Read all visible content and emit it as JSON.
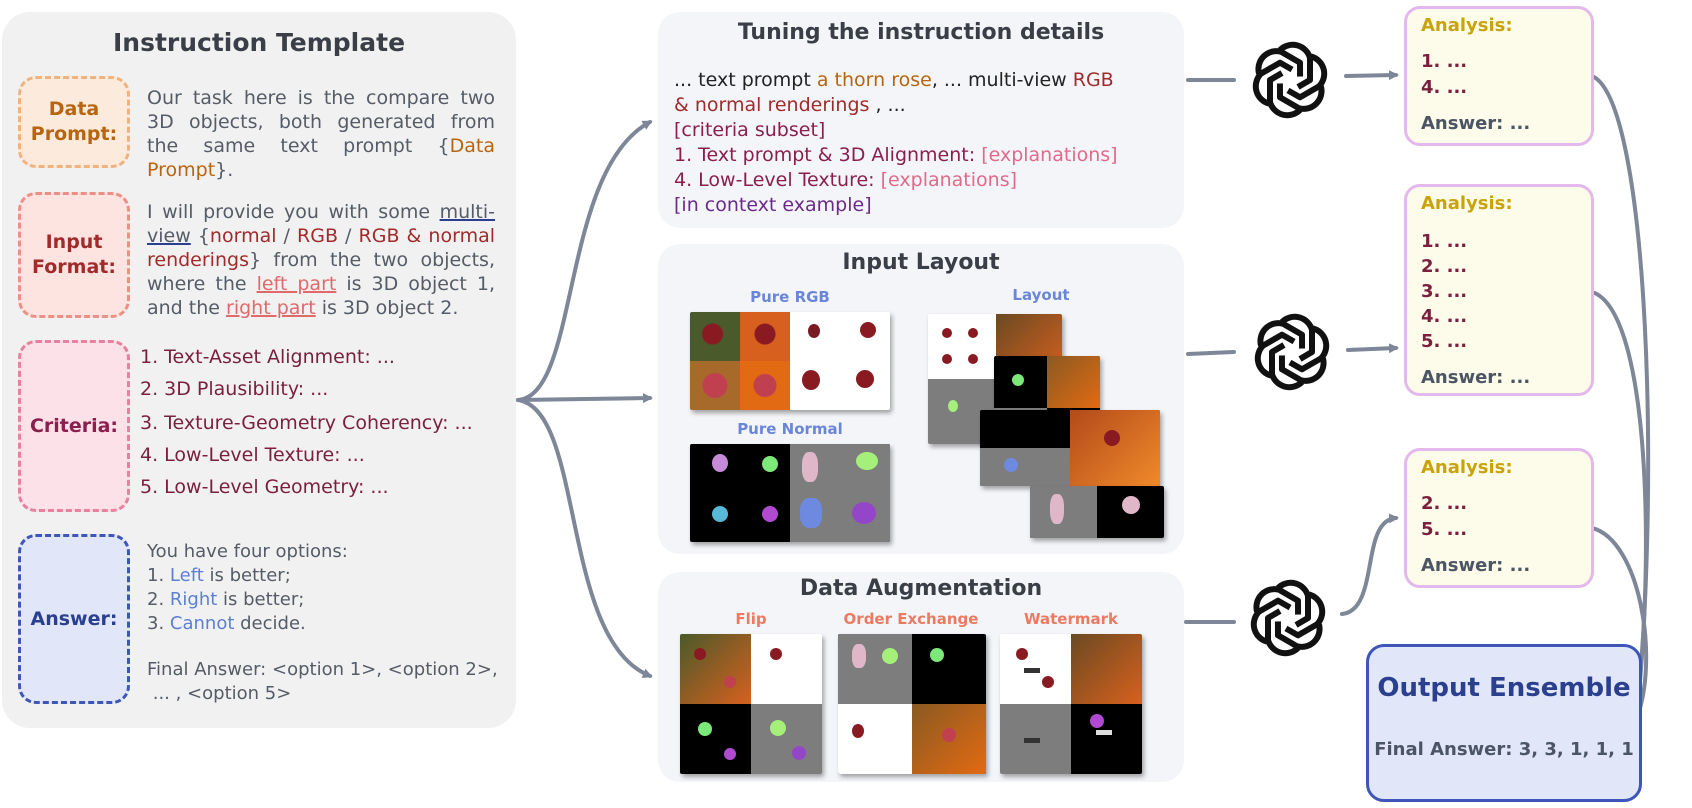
{
  "template": {
    "title": "Instruction Template",
    "data_prompt": {
      "label_line1": "Data",
      "label_line2": "Prompt:",
      "text": "Our task here is the compare two 3D objects, both generated from the same text prompt {",
      "highlight": "Data Prompt",
      "end": "}."
    },
    "input_format": {
      "label_line1": "Input",
      "label_line2": "Format:",
      "t1": "I will provide you with some ",
      "mv": "multi-view",
      "t2": " {",
      "normal": "normal",
      "sep1": " / ",
      "rgb": "RGB",
      "sep2": " / ",
      "rgbnormal": "RGB & normal renderings",
      "t3": "} from the two objects, where the ",
      "left": "left part",
      "t4": " is 3D object 1, and the ",
      "right": "right part",
      "t5": " is 3D object 2."
    },
    "criteria": {
      "label": "Criteria:",
      "items": [
        "1. Text-Asset Alignment: ...",
        "2. 3D Plausibility: ...",
        "3. Texture-Geometry Coherency: ...",
        "4. Low-Level Texture: ...",
        "5. Low-Level Geometry: ..."
      ]
    },
    "answer": {
      "label": "Answer:",
      "intro": "You have four options:",
      "o1_num": "1. ",
      "o1_hl": "Left",
      "o1_rest": " is better;",
      "o2_num": "2. ",
      "o2_hl": "Right",
      "o2_rest": " is better;",
      "o3_num": "3. ",
      "o3_hl": "Cannot",
      "o3_rest": " decide.",
      "final_label": "Final Answer: ",
      "final_line1": "<option 1>, <option 2>,",
      "final_line2": " ... , <option 5>"
    }
  },
  "tuning": {
    "title": "Tuning the instruction details",
    "l1a": "... text prompt ",
    "l1b": "a thorn rose",
    "l1c": ", ... multi-view ",
    "l1d": "RGB",
    "l2a": "& normal renderings",
    "l2b": " , ...",
    "l3": "[criteria subset]",
    "l4a": "1. Text prompt & 3D Alignment: ",
    "l4b": "[explanations]",
    "l5a": "4. Low-Level Texture: ",
    "l5b": "[explanations]",
    "l6": "[in context example]"
  },
  "layout": {
    "title": "Input Layout",
    "pure_rgb": "Pure RGB",
    "layout_label": "Layout",
    "pure_normal": "Pure Normal"
  },
  "augmentation": {
    "title": "Data Augmentation",
    "flip": "Flip",
    "order_exchange": "Order Exchange",
    "watermark": "Watermark"
  },
  "outputs": [
    {
      "analysis": "Analysis:",
      "lines": [
        "1. ...",
        "4. ..."
      ],
      "answer": "Answer: ..."
    },
    {
      "analysis": "Analysis:",
      "lines": [
        "1. ...",
        "2. ...",
        "3. ...",
        "4. ...",
        "5. ..."
      ],
      "answer": "Answer: ..."
    },
    {
      "analysis": "Analysis:",
      "lines": [
        "2. ...",
        "5. ..."
      ],
      "answer": "Answer: ..."
    }
  ],
  "ensemble": {
    "title": "Output Ensemble",
    "final": "Final Answer: 3, 3, 1, 1, 1"
  },
  "colors": {
    "data_prompt": "#b8650f",
    "input_format": "#a12b2b",
    "criteria": "#8a1f4d",
    "answer_blue": "#2b3f8f",
    "option_blue": "#5b7fd6",
    "pink": "#e06a8a",
    "analysis_gold": "#c8a40a",
    "arrow": "#7d8797"
  },
  "icons": [
    "openai-logo-icon",
    "openai-logo-icon",
    "openai-logo-icon"
  ]
}
